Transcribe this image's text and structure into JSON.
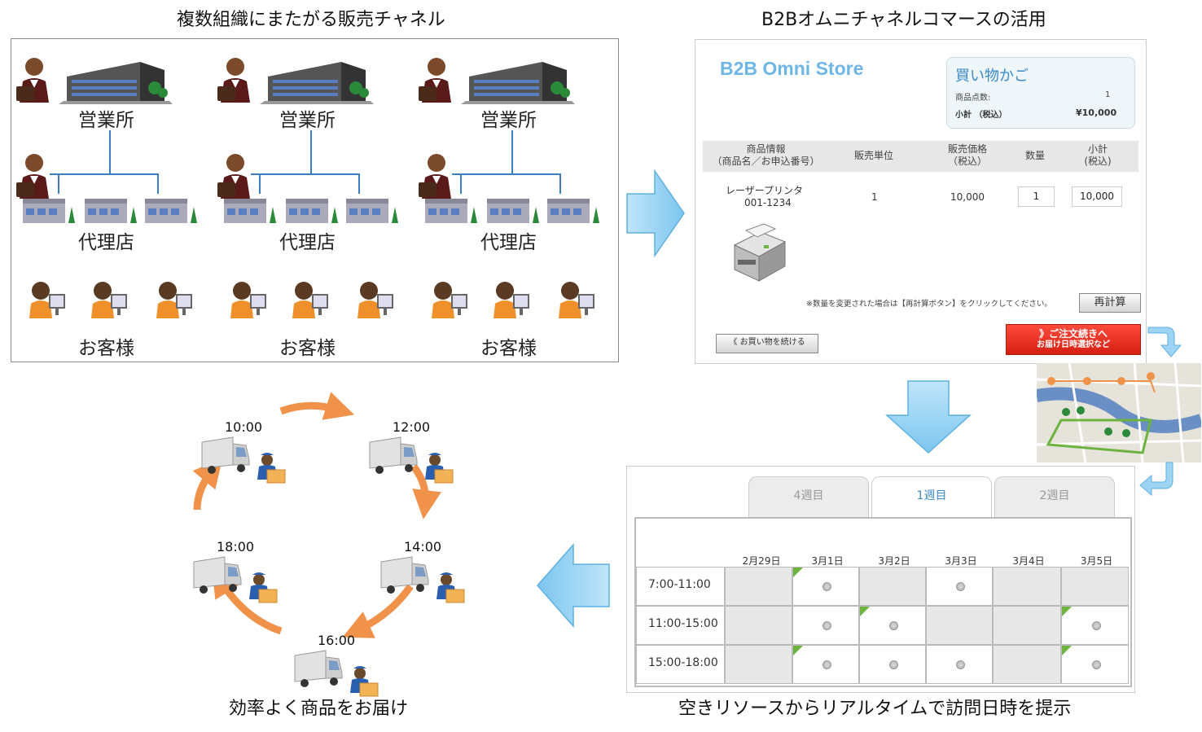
{
  "titles": {
    "top_left": "複数組織にまたがる販売チャネル",
    "top_right": "B2Bオムニチャネルコマースの活用",
    "bottom_left": "効率よく商品をお届け",
    "bottom_right": "空きリソースからリアルタイムで訪問日時を提示"
  },
  "org": {
    "office_label": "営業所",
    "agency_label": "代理店",
    "customer_label": "お客様"
  },
  "store": {
    "brand": "B2B Omni Store",
    "cart": {
      "title": "買い物かご",
      "count_label": "商品点数:",
      "count_value": "1",
      "subtotal_label": "小計 （税込）",
      "subtotal_value": "¥10,000"
    },
    "headers": {
      "item_info_1": "商品情報",
      "item_info_2": "（商品名／お申込番号）",
      "unit": "販売単位",
      "price_1": "販売価格",
      "price_2": "（税込）",
      "qty": "数量",
      "subtotal_1": "小計",
      "subtotal_2": "(税込)"
    },
    "row": {
      "name": "レーザープリンタ",
      "code": "001-1234",
      "unit": "1",
      "price": "10,000",
      "qty": "1",
      "subtotal": "10,000"
    },
    "note": "※数量を変更された場合は【再計算ボタン】をクリックしてください。",
    "recalc_label": "再計算",
    "continue_label": "《 お買い物を続ける",
    "order_label_1": "》ご注文続きへ",
    "order_label_2": "お届け日時選択など"
  },
  "calendar": {
    "tabs": [
      "4週目",
      "1週目",
      "2週目"
    ],
    "days": [
      "2月29日",
      "3月1日",
      "3月2日",
      "3月3日",
      "3月4日",
      "3月5日"
    ],
    "slots": [
      "7:00-11:00",
      "11:00-15:00",
      "15:00-18:00"
    ],
    "availability": [
      [
        "gray",
        "flag-dot",
        "gray",
        "dot",
        "gray",
        "gray"
      ],
      [
        "gray",
        "dot",
        "flag-dot",
        "gray",
        "gray",
        "flag-dot"
      ],
      [
        "gray",
        "flag-dot",
        "dot",
        "dot",
        "gray",
        "flag-dot"
      ]
    ]
  },
  "delivery": {
    "times": [
      "10:00",
      "12:00",
      "14:00",
      "16:00",
      "18:00"
    ]
  },
  "colors": {
    "line_blue": "#3b7fc0",
    "arrow_blue": "#9ed4f3",
    "arrow_orange": "#f0924a",
    "brand_blue": "#6eb6e6",
    "order_red": "#e8321f"
  }
}
